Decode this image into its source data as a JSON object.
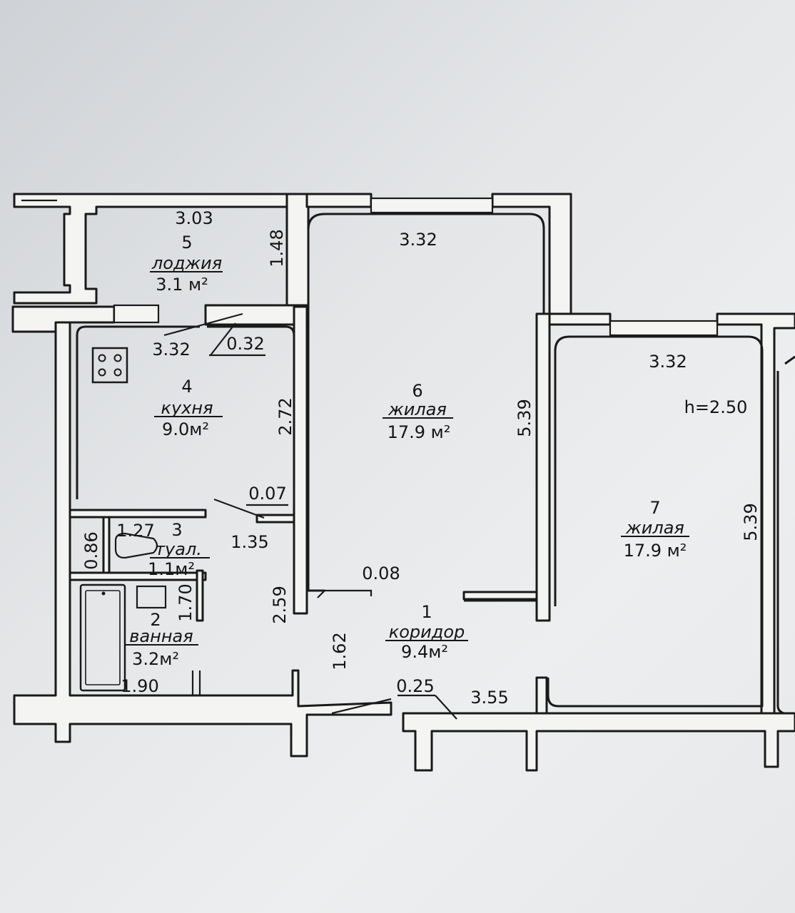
{
  "rooms": [
    {
      "number": "5",
      "name": "лоджия",
      "area": "3.1 м²"
    },
    {
      "number": "4",
      "name": "кухня",
      "area": "9.0м²"
    },
    {
      "number": "6",
      "name": "жилая",
      "area": "17.9 м²"
    },
    {
      "number": "7",
      "name": "жилая",
      "area": "17.9 м²"
    },
    {
      "number": "3",
      "name": "туал.",
      "area": "1.1м²"
    },
    {
      "number": "2",
      "name": "ванная",
      "area": "3.2м²"
    },
    {
      "number": "1",
      "name": "коридор",
      "area": "9.4м²"
    }
  ],
  "dimensions": {
    "loggia_width": "3.03",
    "loggia_depth": "1.48",
    "kitchen_width": "3.32",
    "kitchen_offset": "0.32",
    "kitchen_depth": "2.72",
    "kitchen_step": "0.07",
    "room6_width": "3.32",
    "room6_depth": "5.39",
    "room6_step": "0.08",
    "room7_width": "3.32",
    "room7_depth": "5.39",
    "ceiling_height": "h=2.50",
    "toilet_width": "1.27",
    "toilet_depth": "0.86",
    "bath_depth": "1.70",
    "bath_width": "1.90",
    "corridor_a": "1.35",
    "corridor_b": "2.59",
    "corridor_c": "1.62",
    "entry_step": "0.25",
    "entry_width": "3.55"
  }
}
